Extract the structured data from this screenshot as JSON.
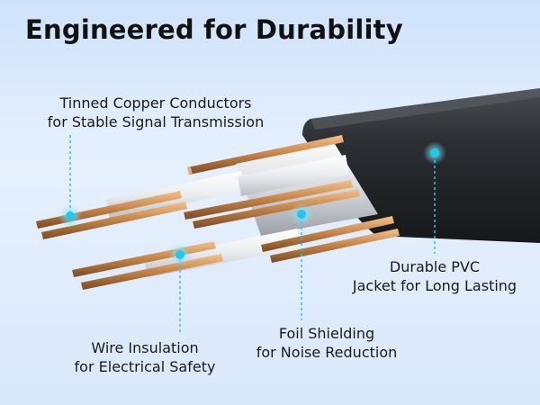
{
  "title": "Engineered for Durability",
  "callouts": {
    "copper": {
      "line1": "Tinned Copper Conductors",
      "line2": "for Stable Signal Transmission"
    },
    "pvc": {
      "line1": "Durable PVC",
      "line2": "Jacket for Long Lasting"
    },
    "foil": {
      "line1": "Foil Shielding",
      "line2": "for Noise Reduction"
    },
    "wire": {
      "line1": "Wire Insulation",
      "line2": "for Electrical Safety"
    }
  },
  "colors": {
    "accent": "#1ec8f0",
    "jacket": "#2a2d31",
    "copper": "#c98a4e",
    "background": "#d9e8fb"
  }
}
